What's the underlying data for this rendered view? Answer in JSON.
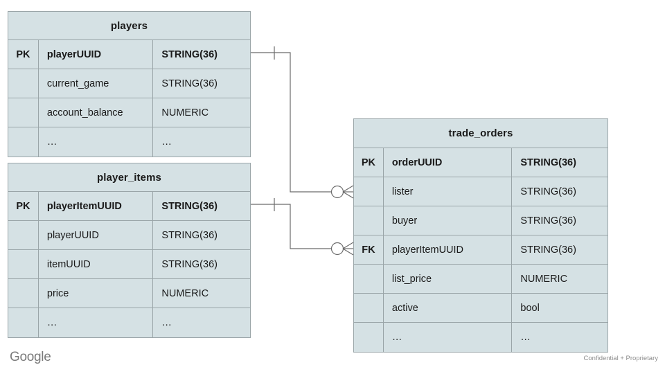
{
  "diagram": {
    "type": "entity-relationship-diagram",
    "notation": "crows-foot",
    "colors": {
      "entity_fill": "#d5e1e4",
      "entity_border": "#9aa5a8",
      "connector": "#6b6b6b",
      "text": "#1a1a1a",
      "footer_text": "#8d8d8d"
    },
    "entities": [
      {
        "id": "players",
        "title": "players",
        "rows": [
          {
            "key": "PK",
            "name": "playerUUID",
            "type": "STRING(36)",
            "pk": true
          },
          {
            "key": "",
            "name": "current_game",
            "type": "STRING(36)",
            "pk": false
          },
          {
            "key": "",
            "name": "account_balance",
            "type": "NUMERIC",
            "pk": false
          },
          {
            "key": "",
            "name": "…",
            "type": "…",
            "pk": false
          }
        ]
      },
      {
        "id": "player_items",
        "title": "player_items",
        "rows": [
          {
            "key": "PK",
            "name": "playerItemUUID",
            "type": "STRING(36)",
            "pk": true
          },
          {
            "key": "",
            "name": "playerUUID",
            "type": "STRING(36)",
            "pk": false
          },
          {
            "key": "",
            "name": "itemUUID",
            "type": "STRING(36)",
            "pk": false
          },
          {
            "key": "",
            "name": "price",
            "type": "NUMERIC",
            "pk": false
          },
          {
            "key": "",
            "name": "…",
            "type": "…",
            "pk": false
          }
        ]
      },
      {
        "id": "trade_orders",
        "title": "trade_orders",
        "rows": [
          {
            "key": "PK",
            "name": "orderUUID",
            "type": "STRING(36)",
            "pk": true
          },
          {
            "key": "",
            "name": "lister",
            "type": "STRING(36)",
            "pk": false
          },
          {
            "key": "",
            "name": "buyer",
            "type": "STRING(36)",
            "pk": false
          },
          {
            "key": "FK",
            "name": "playerItemUUID",
            "type": "STRING(36)",
            "pk": false
          },
          {
            "key": "",
            "name": "list_price",
            "type": "NUMERIC",
            "pk": false
          },
          {
            "key": "",
            "name": "active",
            "type": "bool",
            "pk": false
          },
          {
            "key": "",
            "name": "…",
            "type": "…",
            "pk": false
          }
        ]
      }
    ],
    "relationships": [
      {
        "id": "players-to-trade_orders",
        "from_entity": "players",
        "from_field": "playerUUID",
        "from_cardinality": "one",
        "to_entity": "trade_orders",
        "to_field": "lister",
        "to_cardinality": "zero-or-many"
      },
      {
        "id": "player_items-to-trade_orders",
        "from_entity": "player_items",
        "from_field": "playerItemUUID",
        "from_cardinality": "one",
        "to_entity": "trade_orders",
        "to_field": "playerItemUUID",
        "to_cardinality": "zero-or-many"
      }
    ]
  },
  "footer": {
    "logo_text": "Google",
    "note": "Confidential + Proprietary"
  }
}
